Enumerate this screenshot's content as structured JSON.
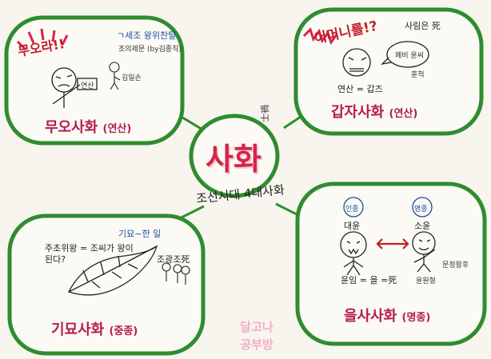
{
  "center": {
    "title": "사화",
    "hanja": "士禍",
    "subtitle": "조선시대 4대사화"
  },
  "boxes": {
    "muo": {
      "title": "무오사화",
      "king": "(연산)",
      "exclaim": "무오라!!",
      "note_top": "ㄱ세조 왕위찬탈",
      "note_mid": "조의제문 (by김종직)",
      "tag": "연산",
      "person": "김일손"
    },
    "gapja": {
      "title": "갑자사화",
      "king": "(연산)",
      "exclaim": "어머니를!?",
      "note_top": "사림은 死",
      "speech": "폐비 윤씨",
      "person": "훈척",
      "caption": "연산 = 갑즈"
    },
    "gimyo": {
      "title": "기묘사화",
      "king": "(중종)",
      "note_top": "기묘~한 일",
      "note_mid": "주초위왕 = 조씨가 왕이 된다?",
      "note_right": "조광조死"
    },
    "eulsa": {
      "title": "을사사화",
      "king": "(명종)",
      "left_tag": "인종",
      "right_tag": "명종",
      "left_name": "대윤",
      "right_name": "소윤",
      "left_caption": "윤임 = 을 =死",
      "right_caption_1": "윤원형",
      "right_caption_2": "문정왕후"
    }
  },
  "watermark": {
    "line1": "달고나",
    "line2": "공부방"
  },
  "colors": {
    "frame": "#2f8c2f",
    "title_red": "#b51c4a",
    "center_red": "#d6244a"
  }
}
